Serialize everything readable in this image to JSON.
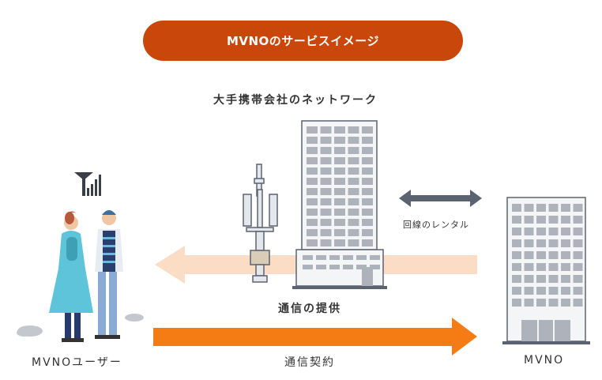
{
  "title": "MVNOのサービスイメージ",
  "labels": {
    "network": "大手携帯会社のネットワーク",
    "line_rental": "回線のレンタル",
    "service_provision": "通信の提供",
    "contract": "通信契約",
    "users": "MVNOユーザー",
    "mvno": "MVNO"
  },
  "colors": {
    "title_bg": "#c9470b",
    "contract_arrow": "#f57c14",
    "provision_arrow": "#fbdcc5",
    "rental_arrow": "#5c6370",
    "building_outline": "#5c6370",
    "building_window": "#aeb3bb"
  },
  "icons": {
    "signal": "signal-strength-icon",
    "tower": "cell-tower-icon",
    "carrier_building": "office-building-icon",
    "mvno_building": "office-building-icon",
    "users": "people-icon"
  }
}
